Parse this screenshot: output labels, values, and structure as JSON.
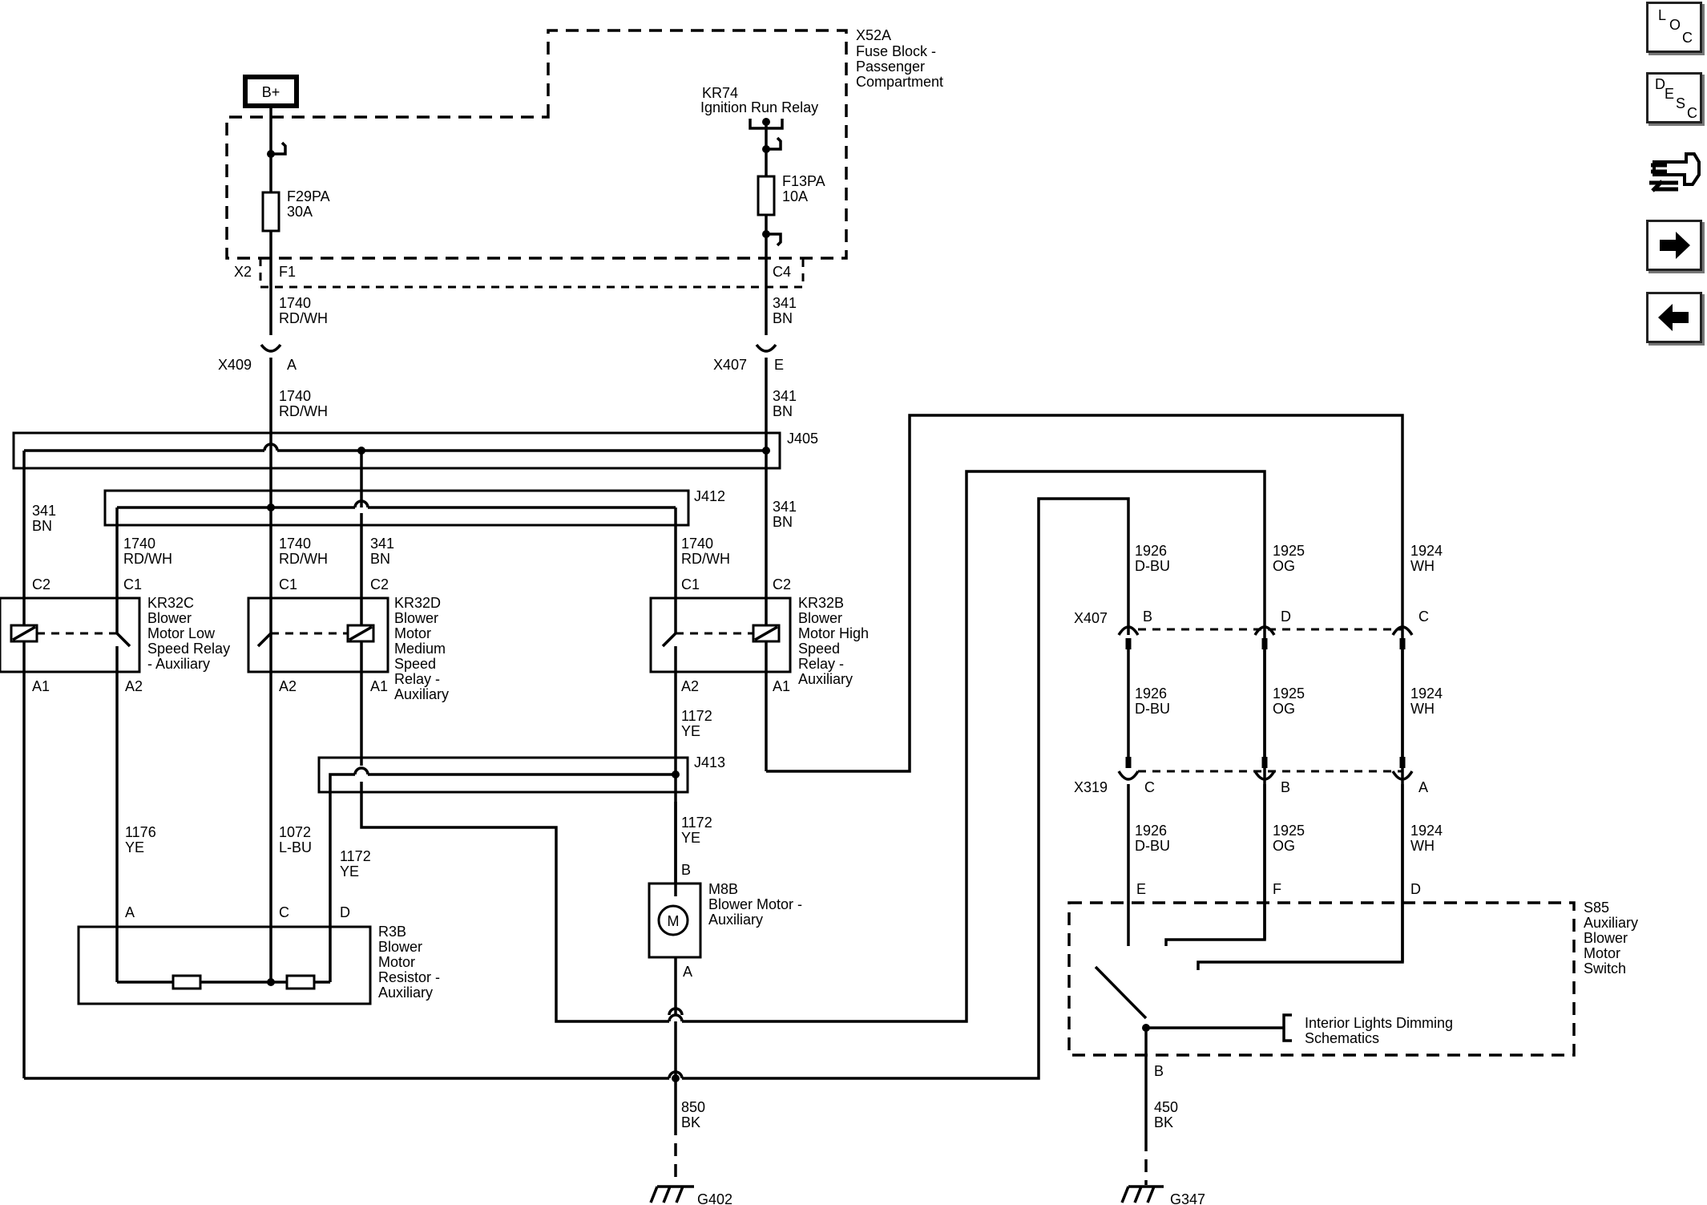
{
  "battery_label": "B+",
  "fuse_block": {
    "id": "X52A",
    "name_lines": [
      "Fuse Block -",
      "Passenger",
      "Compartment"
    ]
  },
  "relay_kr74": {
    "id": "KR74",
    "name": "Ignition Run Relay"
  },
  "fuse_f29pa": {
    "id": "F29PA",
    "rating": "30A"
  },
  "fuse_f13pa": {
    "id": "F13PA",
    "rating": "10A"
  },
  "fuse_pins": {
    "x2": "X2",
    "f1": "F1",
    "c4": "C4"
  },
  "connectors": {
    "x409": "X409",
    "x409_pin": "A",
    "x407": "X407",
    "x407_pin": "E",
    "x407_b": "X407",
    "x319": "X319"
  },
  "wires": {
    "w1740": "1740",
    "rdwh": "RD/WH",
    "w341": "341",
    "bn": "BN",
    "w1176": "1176",
    "w1072": "1072",
    "lbu": "L-BU",
    "w1172": "1172",
    "ye": "YE",
    "w1926": "1926",
    "dbu": "D-BU",
    "w1925": "1925",
    "og": "OG",
    "w1924": "1924",
    "wh": "WH",
    "w850": "850",
    "w450": "450",
    "bk": "BK"
  },
  "splices": {
    "j405": "J405",
    "j412": "J412",
    "j413": "J413"
  },
  "relay_kr32c": {
    "id": "KR32C",
    "lines": [
      "Blower",
      "Motor Low",
      "Speed Relay",
      "- Auxiliary"
    ]
  },
  "relay_kr32d": {
    "id": "KR32D",
    "lines": [
      "Blower",
      "Motor",
      "Medium",
      "Speed",
      "Relay -",
      "Auxiliary"
    ]
  },
  "relay_kr32b": {
    "id": "KR32B",
    "lines": [
      "Blower",
      "Motor High",
      "Speed",
      "Relay -",
      "Auxiliary"
    ]
  },
  "relay_pins": {
    "c1": "C1",
    "c2": "C2",
    "a1": "A1",
    "a2": "A2"
  },
  "resistor": {
    "id": "R3B",
    "lines": [
      "Blower",
      "Motor",
      "Resistor -",
      "Auxiliary"
    ],
    "pin_a": "A",
    "pin_c": "C",
    "pin_d": "D"
  },
  "motor": {
    "id": "M8B",
    "lines": [
      "Blower Motor -",
      "Auxiliary"
    ],
    "symbol": "M",
    "pin_b": "B",
    "pin_a": "A"
  },
  "switch": {
    "id": "S85",
    "lines": [
      "Auxiliary",
      "Blower",
      "Motor",
      "Switch"
    ],
    "pin_e": "E",
    "pin_f": "F",
    "pin_d": "D",
    "pin_b": "B"
  },
  "dimming": {
    "lines": [
      "Interior Lights Dimming",
      "Schematics"
    ]
  },
  "pin_letters": {
    "b": "B",
    "c": "C",
    "d": "D",
    "e": "E",
    "a": "A"
  },
  "grounds": {
    "g402": "G402",
    "g347": "G347"
  },
  "nav": {
    "loc": {
      "l": "L",
      "o": "O",
      "c": "C"
    },
    "desc": {
      "d": "D",
      "e": "E",
      "s": "S",
      "c": "C"
    }
  }
}
